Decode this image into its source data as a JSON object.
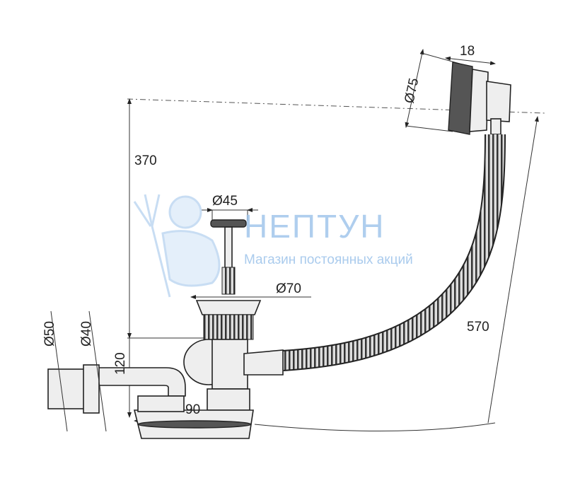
{
  "dimensions": {
    "overflow_depth": "18",
    "overflow_diameter": "Ø75",
    "height": "370",
    "plug_diameter": "Ø45",
    "drain_diameter": "Ø70",
    "hose_length": "570",
    "siphon_height": "120",
    "outlet_outer_diameter": "Ø50",
    "outlet_inner_diameter": "Ø40",
    "outlet_offset": "90"
  },
  "watermark": {
    "brand": "НЕПТУН",
    "slogan": "Магазин постоянных акций"
  },
  "colors": {
    "watermark": "#9cc3ea",
    "line": "#222222"
  }
}
